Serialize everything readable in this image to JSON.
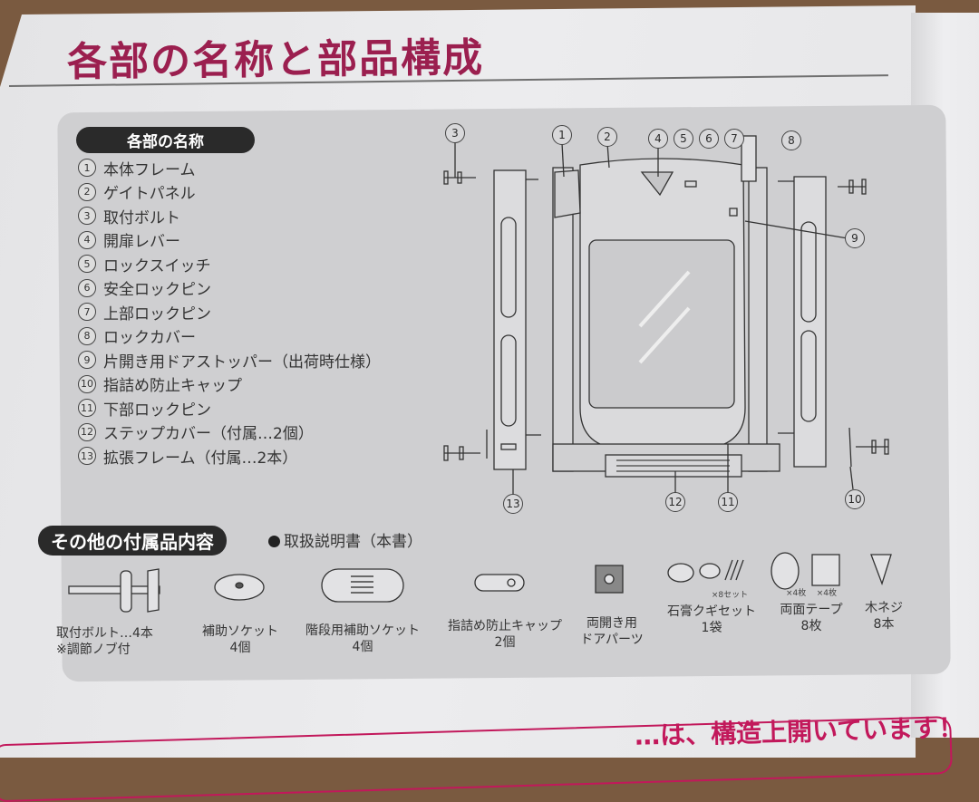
{
  "page": {
    "title": "各部の名称と部品構成",
    "colors": {
      "title": "#9b1f4f",
      "pill_bg": "#2a2a2a",
      "panel_bg": "#cfcfd1",
      "accent_pink": "#c2185b"
    }
  },
  "part_names": {
    "heading": "各部の名称",
    "items": [
      {
        "num": "1",
        "label": "本体フレーム"
      },
      {
        "num": "2",
        "label": "ゲイトパネル"
      },
      {
        "num": "3",
        "label": "取付ボルト"
      },
      {
        "num": "4",
        "label": "開扉レバー"
      },
      {
        "num": "5",
        "label": "ロックスイッチ"
      },
      {
        "num": "6",
        "label": "安全ロックピン"
      },
      {
        "num": "7",
        "label": "上部ロックピン"
      },
      {
        "num": "8",
        "label": "ロックカバー"
      },
      {
        "num": "9",
        "label": "片開き用ドアストッパー（出荷時仕様）"
      },
      {
        "num": "10",
        "label": "指詰め防止キャップ"
      },
      {
        "num": "11",
        "label": "下部ロックピン"
      },
      {
        "num": "12",
        "label": "ステップカバー（付属…2個）"
      },
      {
        "num": "13",
        "label": "拡張フレーム（付属…2本）"
      }
    ]
  },
  "diagram": {
    "callouts": [
      "3",
      "1",
      "2",
      "4",
      "5",
      "6",
      "7",
      "8",
      "9",
      "13",
      "12",
      "11",
      "10"
    ]
  },
  "accessories": {
    "heading": "その他の付属品内容",
    "manual_note": "取扱説明書（本書）",
    "items": [
      {
        "name": "取付ボルト…4本",
        "qty": "※調節ノブ付",
        "icon": "bolt-icon"
      },
      {
        "name": "補助ソケット",
        "qty": "4個",
        "icon": "socket-icon"
      },
      {
        "name": "階段用補助ソケット",
        "qty": "4個",
        "icon": "stair-socket-icon"
      },
      {
        "name": "指詰め防止キャップ",
        "qty": "2個",
        "icon": "finger-cap-icon"
      },
      {
        "name": "両開き用",
        "qty": "ドアパーツ",
        "icon": "door-part-icon"
      },
      {
        "name": "石膏クギセット",
        "qty": "1袋",
        "sub": "×8セット",
        "icon": "plaster-nail-icon"
      },
      {
        "name": "両面テープ",
        "qty": "8枚",
        "sub1": "×4枚",
        "sub2": "×4枚",
        "icon": "tape-icon"
      },
      {
        "name": "木ネジ",
        "qty": "8本",
        "icon": "wood-screw-icon"
      }
    ]
  },
  "footer": {
    "partial_text": "…は、構造上開いています！"
  }
}
